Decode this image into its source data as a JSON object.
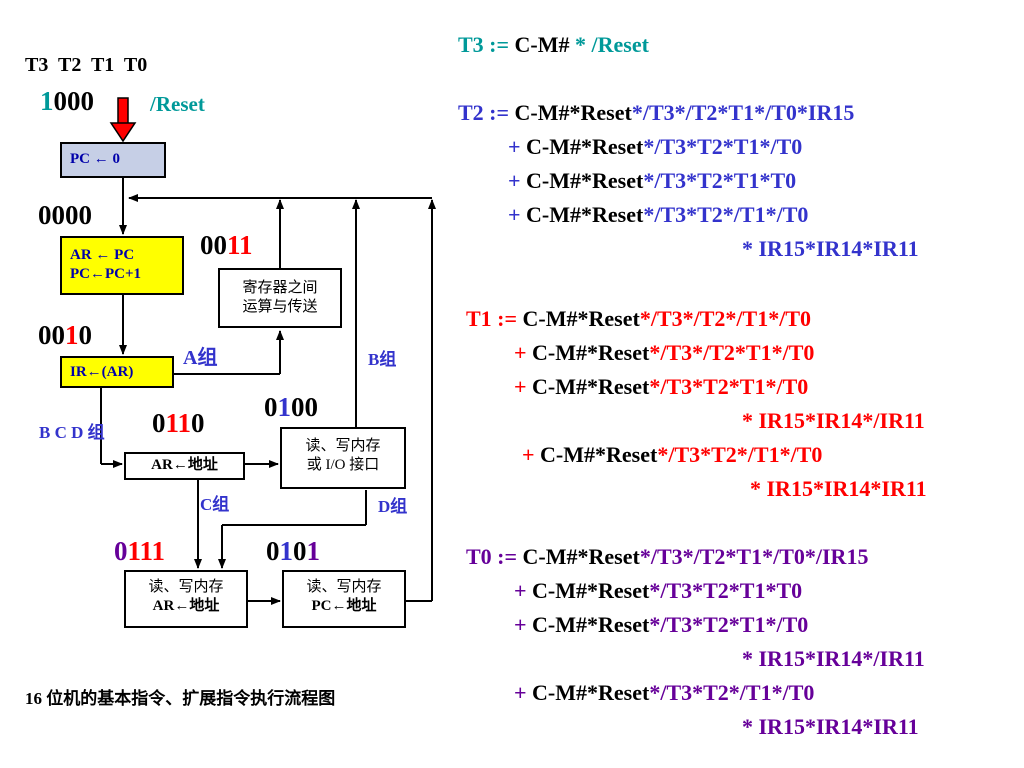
{
  "diagram": {
    "timing_header": "T3  T2  T1  T0",
    "reset_label": "/Reset",
    "states": {
      "s1000": [
        "1",
        "000"
      ],
      "s0000": "0000",
      "s0011": [
        "00",
        "11"
      ],
      "s0010": [
        "00",
        "1",
        "0"
      ],
      "s0110": [
        "0",
        "11",
        "0"
      ],
      "s0100": [
        "0",
        "1",
        "00"
      ],
      "s0111": [
        "0",
        "111"
      ],
      "s0101": [
        "0",
        "1",
        "0",
        "1"
      ]
    },
    "boxes": {
      "pc_reset": "PC ← 0",
      "fetch_line1": "AR ← PC",
      "fetch_line2": "PC←PC+1",
      "ir_load": "IR←(AR)",
      "reg_op_line1": "寄存器之间",
      "reg_op_line2": "运算与传送",
      "ar_addr": "AR←地址",
      "mem_io_line1": "读、写内存",
      "mem_io_line2": "或 I/O 接口",
      "mem_ar_line1": "读、写内存",
      "mem_ar_line2": "AR←地址",
      "mem_pc_line1": "读、写内存",
      "mem_pc_line2": "PC←地址"
    },
    "group_labels": {
      "a": "A组",
      "b": "B组",
      "bcd": "B C D 组",
      "c": "C组",
      "d": "D组"
    },
    "caption": "16 位机的基本指令、扩展指令执行流程图"
  },
  "equations": {
    "t3": {
      "lhs": "T3 := ",
      "mid": "C-M# ",
      "rhs": "* /Reset"
    },
    "t2": [
      {
        "prefix": "T2 := ",
        "k": "C-M#*Reset",
        "c": "*/T3*/T2*T1*/T0*IR15"
      },
      {
        "prefix": "+ ",
        "k": "C-M#*Reset",
        "c": "*/T3*T2*T1*/T0"
      },
      {
        "prefix": "+ ",
        "k": "C-M#*Reset",
        "c": "*/T3*T2*T1*T0"
      },
      {
        "prefix": "+ ",
        "k": "C-M#*Reset",
        "c": "*/T3*T2*/T1*/T0"
      },
      {
        "prefix": "",
        "k": "",
        "c": "* IR15*IR14*IR11"
      }
    ],
    "t1": [
      {
        "prefix": "T1 := ",
        "k": "C-M#*Reset",
        "c": "*/T3*/T2*/T1*/T0"
      },
      {
        "prefix": "+ ",
        "k": "C-M#*Reset",
        "c": "*/T3*/T2*T1*/T0"
      },
      {
        "prefix": "+ ",
        "k": "C-M#*Reset",
        "c": "*/T3*T2*T1*/T0"
      },
      {
        "prefix": "",
        "k": "",
        "c": "* IR15*IR14*/IR11"
      },
      {
        "prefix": "+ ",
        "k": "C-M#*Reset",
        "c": "*/T3*T2*/T1*/T0"
      },
      {
        "prefix": "",
        "k": "",
        "c": "* IR15*IR14*IR11"
      }
    ],
    "t0": [
      {
        "prefix": "T0 := ",
        "k": "C-M#*Reset",
        "c": "*/T3*/T2*T1*/T0*/IR15"
      },
      {
        "prefix": "+ ",
        "k": "C-M#*Reset",
        "c": "*/T3*T2*T1*T0"
      },
      {
        "prefix": "+ ",
        "k": "C-M#*Reset",
        "c": "*/T3*T2*T1*/T0"
      },
      {
        "prefix": "",
        "k": "",
        "c": "* IR15*IR14*/IR11"
      },
      {
        "prefix": "+ ",
        "k": "C-M#*Reset",
        "c": "*/T3*T2*/T1*/T0"
      },
      {
        "prefix": "",
        "k": "",
        "c": "* IR15*IR14*IR11"
      }
    ]
  },
  "colors": {
    "teal": "#009999",
    "blue": "#3333cc",
    "red": "#ff0000",
    "purple": "#660099",
    "box_gray": "#c6cfe6",
    "box_yellow": "#ffff00"
  }
}
